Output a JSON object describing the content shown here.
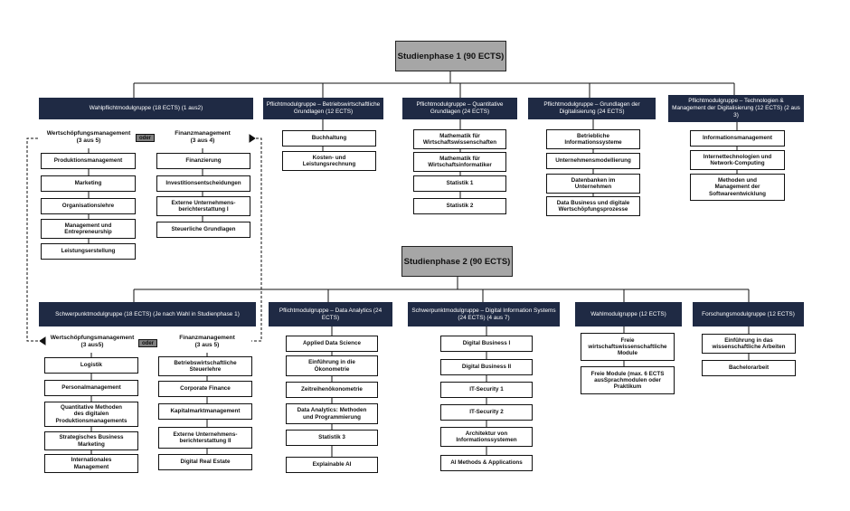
{
  "phase1": {
    "title": "Studienphase 1 (90 ECTS)",
    "groups": {
      "wahlpflicht": {
        "header": "Wahlpflichtmodulgruppe (18 ECTS) (1 aus2)",
        "oder": "oder",
        "left_title": "Wertschöpfungsmanagement\n(3 aus 5)",
        "left_items": [
          "Produktionsmanagement",
          "Marketing",
          "Organisationslehre",
          "Management und\nEntrepreneurship",
          "Leistungserstellung"
        ],
        "right_title": "Finanzmanagement\n(3 aus 4)",
        "right_items": [
          "Finanzierung",
          "Investitionsentscheidungen",
          "Externe Unternehmens-\nberichterstattung I",
          "Steuerliche Grundlagen"
        ]
      },
      "bwl": {
        "header": "Pflichtmodulgruppe –\nBetriebswirtschaftliche Grundlagen (12\nECTS)",
        "items": [
          "Buchhaltung",
          "Kosten- und\nLeistungsrechnung"
        ]
      },
      "quant": {
        "header": "Pflichtmodulgruppe – Quantitative\nGrundlagen (24 ECTS)",
        "items": [
          "Mathematik für\nWirtschaftswissenschaften",
          "Mathematik für\nWirtschaftsinformatiker",
          "Statistik 1",
          "Statistik 2"
        ]
      },
      "digital": {
        "header": "Pflichtmodulgruppe – Grundlagen der\nDigitalisierung (24 ECTS)",
        "items": [
          "Betriebliche\nInformationssysteme",
          "Unternehmensmodellierung",
          "Datenbanken im\nUnternehmen",
          "Data Business und digitale\nWertschöpfungsprozesse"
        ]
      },
      "tech": {
        "header": "Pflichtmodulgruppe – Technologien &\nManagement der Digitalisierung (12 ECTS)\n(2 aus 3)",
        "items": [
          "Informationsmanagement",
          "Internettechnologien und\nNetwork-Computing",
          "Methoden und\nManagement der\nSoftwareentwicklung"
        ]
      }
    }
  },
  "phase2": {
    "title": "Studienphase 2 (90 ECTS)",
    "groups": {
      "schwerpunkt": {
        "header": "Schwerpunktmodulgruppe (18 ECTS)\n\n(Je nach Wahl in Studienphase 1)",
        "oder": "oder",
        "left_title": "Wertschöpfungsmanagement\n(3 aus5)",
        "left_items": [
          "Logistik",
          "Personalmanagement",
          "Quantitative Methoden\ndes digitalen\nProduktionsmanagements",
          "Strategisches Business\nMarketing",
          "Internationales\nManagement"
        ],
        "right_title": "Finanzmanagement\n(3 aus 5)",
        "right_items": [
          "Betriebswirtschaftliche\nSteuerlehre",
          "Corporate Finance",
          "Kapitalmarktmanagement",
          "Externe Unternehmens-\nberichterstattung II",
          "Digital Real Estate"
        ]
      },
      "analytics": {
        "header": "Pflichtmodulgruppe – Data Analytics\n(24 ECTS)",
        "items": [
          "Applied Data Science",
          "Einführung in die\nÖkonometrie",
          "Zeitreihenökonometrie",
          "Data Analytics: Methoden\nund Programmierung",
          "Statistik 3",
          "Explainable AI"
        ]
      },
      "infosys": {
        "header": "Schwerpunktmodulgruppe – Digital Information\nSystems (24 ECTS) (4 aus 7)",
        "items": [
          "Digital Business I",
          "Digital Business II",
          "IT-Security 1",
          "IT-Security 2",
          "Architektur von\nInformationssystemen",
          "AI Methods & Applications"
        ]
      },
      "wahl": {
        "header": "Wahlmodulgruppe (12 ECTS)",
        "items": [
          "Freie\nwirtschaftswissenschaftliche\nModule",
          "Freie Module (max. 6 ECTS\nausSprachmodulen oder\nPraktikum"
        ]
      },
      "forschung": {
        "header": "Forschungsmodulgruppe (12 ECTS)",
        "items": [
          "Einführung in das\nwissenschaftliche Arbeiten",
          "Bachelorarbeit"
        ]
      }
    }
  }
}
